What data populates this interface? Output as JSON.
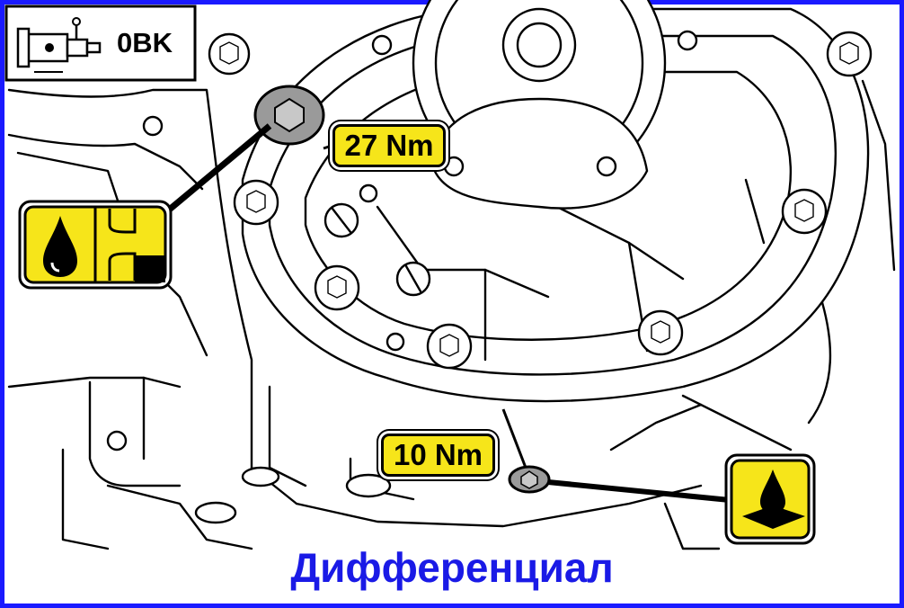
{
  "badge": {
    "code": "0BK"
  },
  "torque_upper": {
    "label": "27 Nm"
  },
  "torque_lower": {
    "label": "10 Nm"
  },
  "caption": "Дифференциал",
  "colors": {
    "frame": "#1a1aff",
    "caption": "#1a1ae6",
    "label_fill": "#f6e51a",
    "plug_fill": "#9a9a9a"
  },
  "icons": {
    "gearbox": "gearbox-icon",
    "fill_plug": "oil-drop-fill-level-icon",
    "drain_plug": "oil-drop-drain-pan-icon",
    "plug_upper": "hex-socket-plug-icon",
    "plug_lower": "drain-plug-icon"
  }
}
